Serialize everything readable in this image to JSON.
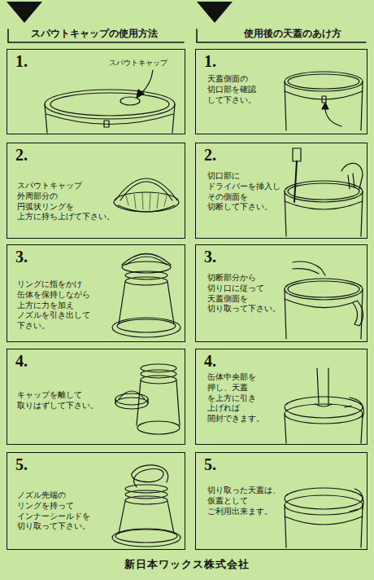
{
  "diagram": {
    "nodes": [
      {
        "text": [
          "1.",
          "スパウトキャップ"
        ]
      },
      {
        "text": [
          "2.",
          "スパウトキャップ 外周部分の 円弧状リングを 上方に持ち上げて下さい。"
        ]
      },
      {
        "text": [
          "3.",
          "リングに指をかけ 缶体を保持しながら 上方に力を加え ノズルを引き出して 下さい。"
        ]
      },
      {
        "text": [
          "4.",
          "キャップを離して 取りはずして下さい。"
        ]
      },
      {
        "text": [
          "5.",
          "ノズル先端の リングを持って インナーシールドを 切り取って下さい。"
        ]
      },
      {
        "text": [
          "1.",
          "天蓋側面の 切口部を確認 して下さい。"
        ]
      },
      {
        "text": [
          "2.",
          "切口部に ドライバーを挿入し その側面を 切断して下さい。"
        ]
      },
      {
        "text": [
          "3.",
          "切断部分から 切り口に従って 天蓋側面を 切り取って下さい。"
        ]
      },
      {
        "text": [
          "4.",
          "缶体中央部を 押し、天蓋 を上方に引き 上げれば 開封できます。"
        ]
      },
      {
        "text": [
          "5.",
          "切り取った天蓋は、 仮蓋として ご利用出来ます。"
        ]
      }
    ],
    "labels": [
      "スパウトキャップの使用方法",
      "使用後の天蓋のあけ方",
      "新日本ワックス株式会社"
    ]
  }
}
